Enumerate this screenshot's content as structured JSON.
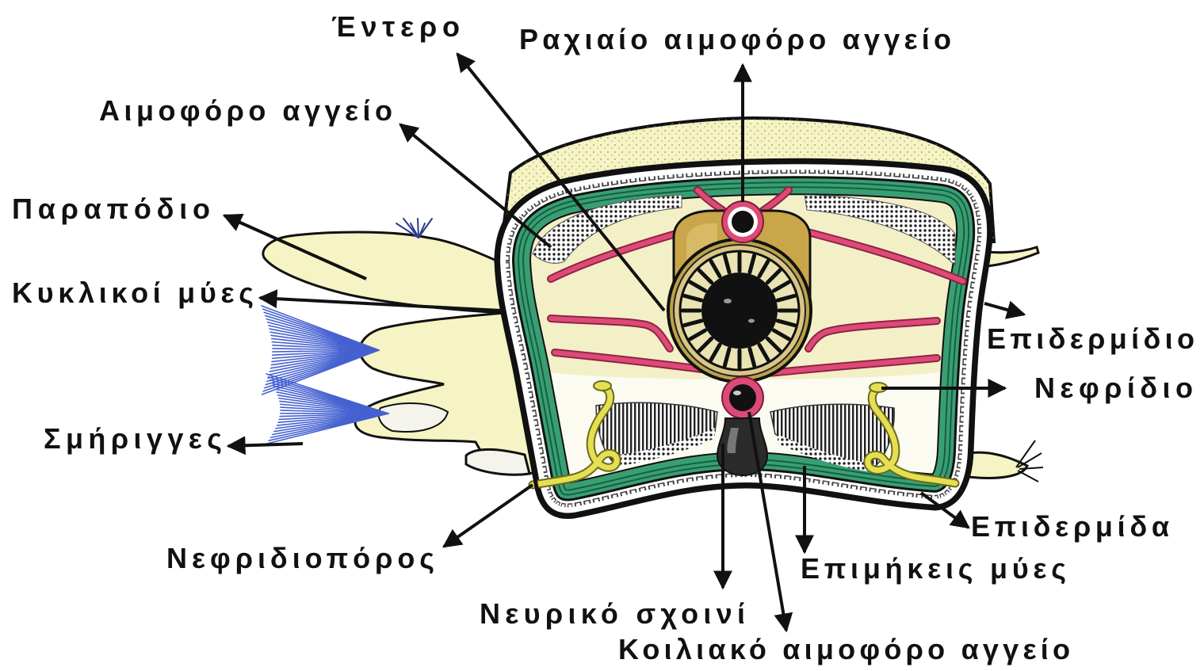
{
  "labels": {
    "intestine": "Έντερο",
    "dorsal_vessel": "Ραχιαίο αιμοφόρο αγγείο",
    "blood_vessel": "Αιμοφόρο αγγείο",
    "parapodium": "Παραπόδιο",
    "circular_muscles": "Κυκλικοί μύες",
    "epidermidio": "Επιδερμίδιο",
    "nephridium": "Νεφρίδιο",
    "chaetae": "Σμήριγγες",
    "epidermis": "Επιδερμίδα",
    "nephridiopore": "Νεφριδιοπόρος",
    "longitudinal_muscles": "Επιμήκεις μύες",
    "nerve_cord": "Νευρικό σχοινί",
    "ventral_vessel": "Κοιλιακό αιμοφόρο αγγείο"
  },
  "colors": {
    "outline": "#111111",
    "cream": "#f6f3c4",
    "coelom": "#f3f0c8",
    "epidermis_cells": "#444444",
    "muscle_green": "#3a9e74",
    "muscle_line": "#13603f",
    "blood_vessel": "#de4a78",
    "gut": "#c9a64a",
    "gut_ring": "#d9c585",
    "nephridium": "#e6df52",
    "chaetae": "#4561d0",
    "nerve_cord": "#2b2b2b"
  }
}
